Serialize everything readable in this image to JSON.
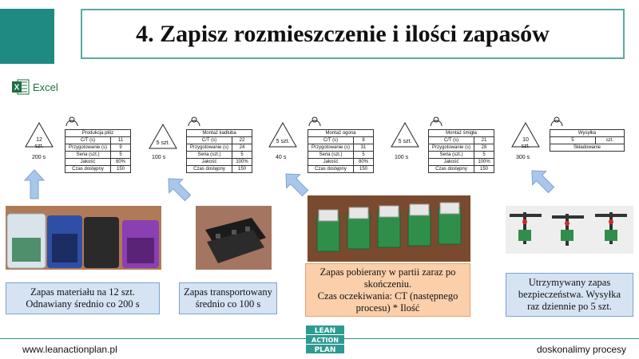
{
  "title": "4. Zapisz rozmieszczenie i ilości zapasów",
  "excel_label": "Excel",
  "inventory": [
    {
      "qty": "12\nszt.",
      "time": "200  s"
    },
    {
      "qty": "5 szt.",
      "time": "100  s"
    },
    {
      "qty": "5 szt.",
      "time": "40  s"
    },
    {
      "qty": "5 szt.",
      "time": "100  s"
    },
    {
      "qty": "10\nszt.",
      "time": "300  s"
    }
  ],
  "processes": [
    {
      "name": "Produkcja płóz",
      "rows": [
        [
          "C/T (s)",
          "11"
        ],
        [
          "Przygotowanie (s)",
          "9"
        ],
        [
          "Seria (szt.)",
          "5"
        ],
        [
          "Jakość",
          "80%"
        ],
        [
          "Czas dostępny",
          "150"
        ]
      ]
    },
    {
      "name": "Montaż kadłuba",
      "rows": [
        [
          "C/T (s)",
          "22"
        ],
        [
          "Przygotowanie (s)",
          "24"
        ],
        [
          "Seria (szt.)",
          "5"
        ],
        [
          "Jakość",
          "100%"
        ],
        [
          "Czas dostępny",
          "150"
        ]
      ]
    },
    {
      "name": "Montaż ogona",
      "rows": [
        [
          "C/T (s)",
          "8"
        ],
        [
          "Przygotowanie (s)",
          "31"
        ],
        [
          "Seria (szt.)",
          "5"
        ],
        [
          "Jakość",
          "80%"
        ],
        [
          "Czas dostępny",
          "150"
        ]
      ]
    },
    {
      "name": "Montaż śmigła",
      "rows": [
        [
          "C/T (s)",
          "21"
        ],
        [
          "Przygotowanie (s)",
          "28"
        ],
        [
          "Seria (szt.)",
          "5"
        ],
        [
          "Jakość",
          "100%"
        ],
        [
          "Czas dostępny",
          "150"
        ]
      ]
    }
  ],
  "shipping": {
    "name": "Wysyłka",
    "qty": "5",
    "unit": "szt.",
    "sub": "Składowanie"
  },
  "notes": [
    {
      "lines": [
        "Zapas materiału na 12 szt.",
        "Odnawiany średnio co 200 s"
      ]
    },
    {
      "lines": [
        "Zapas transportowany",
        "średnio co 100 s"
      ]
    },
    {
      "lines": [
        "Zapas pobierany w partii zaraz po",
        "skończeniu.",
        "Czas oczekiwania: CT (następnego",
        "procesu) * Ilość"
      ]
    },
    {
      "lines": [
        "Utrzymywany zapas",
        "bezpieczeństwa. Wysyłka",
        "raz dziennie po 5 szt."
      ]
    }
  ],
  "footer": {
    "left": "www.leanactionplan.pl",
    "right": "doskonalimy procesy"
  },
  "logo": {
    "l1": "LEAN",
    "l2": "ACTION",
    "l3": "PLAN"
  },
  "colors": {
    "teal": "#1f8a82",
    "note_blue": "#d5e3f3",
    "note_orange": "#fbcfaa",
    "arrow": "#a9c7ea"
  }
}
